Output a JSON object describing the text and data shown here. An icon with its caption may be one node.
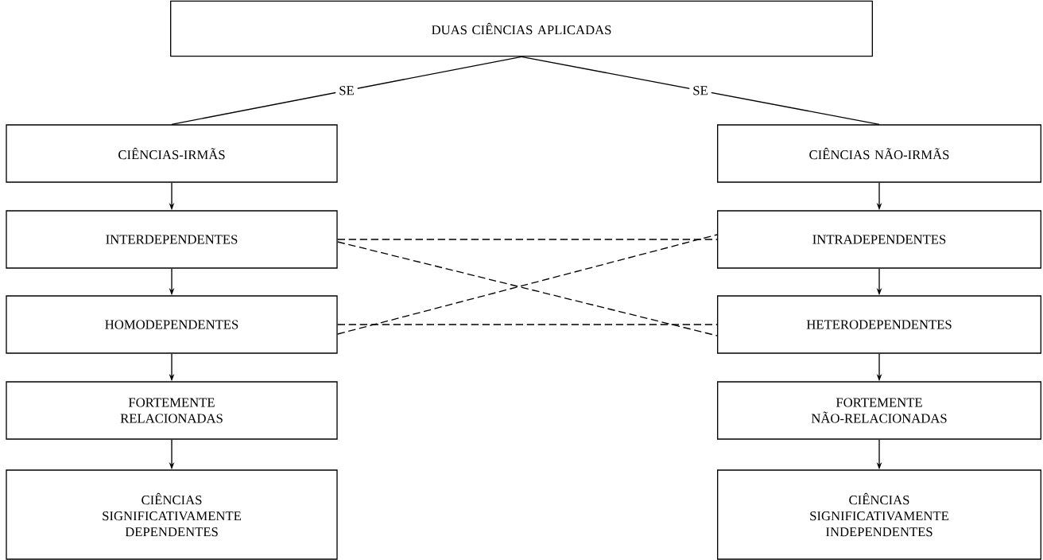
{
  "diagram": {
    "nodes": [
      {
        "text": [
          "DUAS CIÊNCIAS APLICADAS"
        ]
      },
      {
        "text": [
          "CIÊNCIAS-IRMÃS"
        ]
      },
      {
        "text": [
          "CIÊNCIAS NÃO-IRMÃS"
        ]
      },
      {
        "text": [
          "INTERDEPENDENTES"
        ]
      },
      {
        "text": [
          "INTRADEPENDENTES"
        ]
      },
      {
        "text": [
          "HOMODEPENDENTES"
        ]
      },
      {
        "text": [
          "HETERODEPENDENTES"
        ]
      },
      {
        "text": [
          "FORTEMENTE RELACIONADAS"
        ]
      },
      {
        "text": [
          "FORTEMENTE NÃO-RELACIONADAS"
        ]
      },
      {
        "text": [
          "CIÊNCIAS SIGNIFICATIVAMENTE DEPENDENTES"
        ]
      },
      {
        "text": [
          "CIÊNCIAS SIGNIFICATIVAMENTE INDEPENDENTES"
        ]
      }
    ],
    "edges": [
      {
        "from": 0,
        "to": 1,
        "arrow": "none",
        "label": "SE"
      },
      {
        "from": 0,
        "to": 2,
        "arrow": "none",
        "label": "SE"
      },
      {
        "from": 1,
        "to": 3,
        "arrow": "to"
      },
      {
        "from": 3,
        "to": 5,
        "arrow": "to"
      },
      {
        "from": 5,
        "to": 7,
        "arrow": "to"
      },
      {
        "from": 7,
        "to": 9,
        "arrow": "to"
      },
      {
        "from": 2,
        "to": 4,
        "arrow": "to"
      },
      {
        "from": 4,
        "to": 6,
        "arrow": "to"
      },
      {
        "from": 6,
        "to": 8,
        "arrow": "to"
      },
      {
        "from": 8,
        "to": 10,
        "arrow": "to"
      },
      {
        "from": 3,
        "to": 4,
        "arrow": "none",
        "style": "dashed"
      },
      {
        "from": 3,
        "to": 6,
        "arrow": "none",
        "style": "dashed"
      },
      {
        "from": 5,
        "to": 4,
        "arrow": "none",
        "style": "dashed"
      },
      {
        "from": 5,
        "to": 6,
        "arrow": "none",
        "style": "dashed"
      }
    ]
  }
}
